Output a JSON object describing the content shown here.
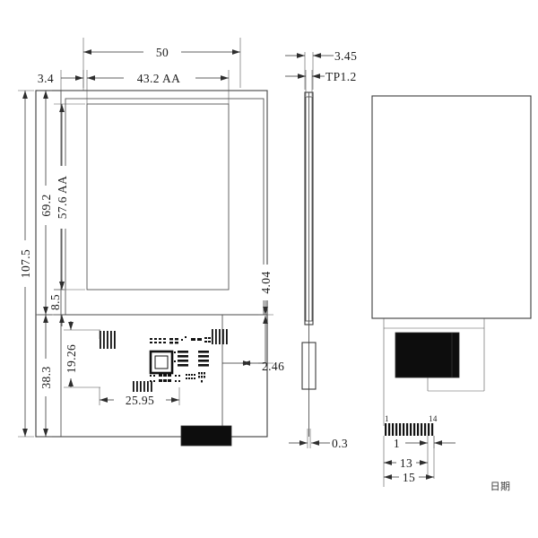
{
  "document": {
    "type": "mechanical-outline-drawing",
    "subject": "LCD display module",
    "units": "mm",
    "background_color": "#ffffff",
    "line_color": "#2e2e2e",
    "part_fill_color": "#0d0d0d"
  },
  "views": {
    "front": {
      "name": "front-view",
      "label": ""
    },
    "side": {
      "name": "side-view",
      "label": ""
    },
    "rear": {
      "name": "rear-view",
      "label": ""
    },
    "pin_detail": {
      "name": "fpc-pin-detail",
      "first_pin": "1",
      "last_pin": "14"
    }
  },
  "dimensions": {
    "front": {
      "overall_width": "50",
      "left_border": "3.4",
      "active_area_width": "43.2  AA",
      "overall_height": "107.5",
      "view_height": "69.2",
      "active_area_height": "57.6 AA",
      "bottom_border": "8.5",
      "pcb_height": "38.3",
      "component_offset": "19.26",
      "component_span": "25.95",
      "right_edge_offset": "4.04",
      "right_component_gap": "2.46"
    },
    "side": {
      "total_thickness": "3.45",
      "touch_panel_thickness": "TP1.2",
      "fpc_thickness": "0.3"
    },
    "pin_detail": {
      "pitch": "1",
      "inner_span": "13",
      "outer_span": "15"
    }
  },
  "annotations": {
    "date_label": "日期"
  }
}
